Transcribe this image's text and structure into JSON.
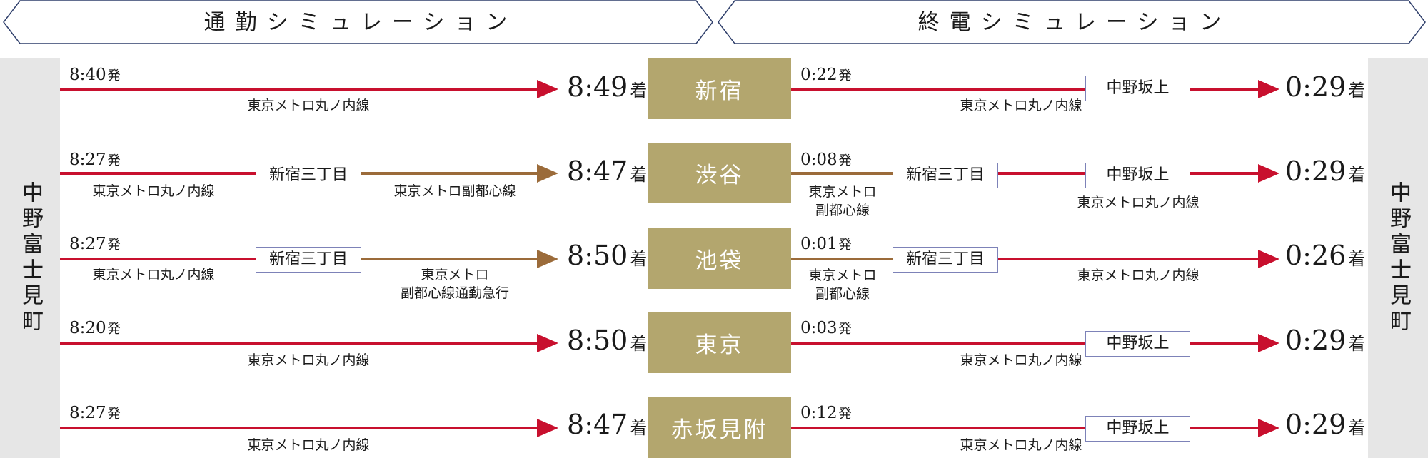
{
  "headers": {
    "left": "通勤シミュレーション",
    "right": "終電シミュレーション"
  },
  "origin": "中野富士見町",
  "colors": {
    "marunouchi": "#c8102e",
    "fukutoshin": "#9b6b3a",
    "station": "#b3a66e",
    "header_border": "#2f3f6b"
  },
  "rows": [
    {
      "station": "新宿",
      "commute": {
        "depart": "8:40",
        "depart_suffix": "発",
        "arrive": "8:49",
        "arrive_suffix": "着",
        "segments": [
          {
            "line": "marunouchi",
            "label": [
              "東京メトロ丸ノ内線"
            ]
          }
        ]
      },
      "last": {
        "depart": "0:22",
        "depart_suffix": "発",
        "arrive": "0:29",
        "arrive_suffix": "着",
        "transfer": "中野坂上",
        "labels": [
          [
            "東京メトロ丸ノ内線"
          ]
        ]
      }
    },
    {
      "station": "渋谷",
      "commute": {
        "depart": "8:27",
        "depart_suffix": "発",
        "arrive": "8:47",
        "arrive_suffix": "着",
        "transfer": "新宿三丁目",
        "segments": [
          {
            "line": "marunouchi",
            "label": [
              "東京メトロ丸ノ内線"
            ]
          },
          {
            "line": "fukutoshin",
            "label": [
              "東京メトロ副都心線"
            ]
          }
        ]
      },
      "last": {
        "depart": "0:08",
        "depart_suffix": "発",
        "arrive": "0:29",
        "arrive_suffix": "着",
        "transfers": [
          "新宿三丁目",
          "中野坂上"
        ],
        "labels": [
          [
            "東京メトロ",
            "副都心線"
          ],
          [
            "東京メトロ丸ノ内線"
          ]
        ]
      }
    },
    {
      "station": "池袋",
      "commute": {
        "depart": "8:27",
        "depart_suffix": "発",
        "arrive": "8:50",
        "arrive_suffix": "着",
        "transfer": "新宿三丁目",
        "segments": [
          {
            "line": "marunouchi",
            "label": [
              "東京メトロ丸ノ内線"
            ]
          },
          {
            "line": "fukutoshin",
            "label": [
              "東京メトロ",
              "副都心線通勤急行"
            ]
          }
        ]
      },
      "last": {
        "depart": "0:01",
        "depart_suffix": "発",
        "arrive": "0:26",
        "arrive_suffix": "着",
        "transfer": "新宿三丁目",
        "labels": [
          [
            "東京メトロ",
            "副都心線"
          ],
          [
            "東京メトロ丸ノ内線"
          ]
        ]
      }
    },
    {
      "station": "東京",
      "commute": {
        "depart": "8:20",
        "depart_suffix": "発",
        "arrive": "8:50",
        "arrive_suffix": "着",
        "segments": [
          {
            "line": "marunouchi",
            "label": [
              "東京メトロ丸ノ内線"
            ]
          }
        ]
      },
      "last": {
        "depart": "0:03",
        "depart_suffix": "発",
        "arrive": "0:29",
        "arrive_suffix": "着",
        "transfer": "中野坂上",
        "labels": [
          [
            "東京メトロ丸ノ内線"
          ]
        ]
      }
    },
    {
      "station": "赤坂見附",
      "commute": {
        "depart": "8:27",
        "depart_suffix": "発",
        "arrive": "8:47",
        "arrive_suffix": "着",
        "segments": [
          {
            "line": "marunouchi",
            "label": [
              "東京メトロ丸ノ内線"
            ]
          }
        ]
      },
      "last": {
        "depart": "0:12",
        "depart_suffix": "発",
        "arrive": "0:29",
        "arrive_suffix": "着",
        "transfer": "中野坂上",
        "labels": [
          [
            "東京メトロ丸ノ内線"
          ]
        ]
      }
    }
  ]
}
